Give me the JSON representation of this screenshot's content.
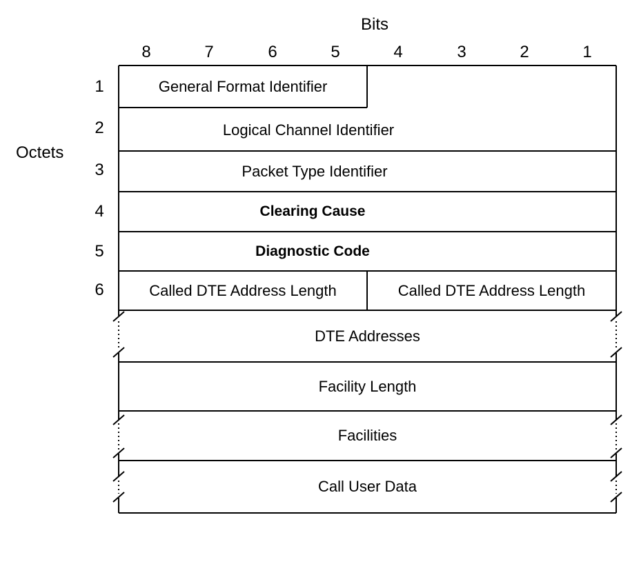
{
  "header": {
    "bits_label": "Bits",
    "bit_numbers": [
      "8",
      "7",
      "6",
      "5",
      "4",
      "3",
      "2",
      "1"
    ],
    "octets_label": "Octets",
    "octet_numbers": [
      "1",
      "2",
      "3",
      "4",
      "5",
      "6"
    ]
  },
  "fields": {
    "general_format_identifier": "General Format Identifier",
    "logical_channel_identifier": "Logical Channel Identifier",
    "packet_type_identifier": "Packet Type Identifier",
    "clearing_cause": "Clearing Cause",
    "diagnostic_code": "Diagnostic Code",
    "called_dte_address_length_left": "Called DTE Address Length",
    "called_dte_address_length_right": "Called DTE Address Length",
    "dte_addresses": "DTE Addresses",
    "facility_length": "Facility Length",
    "facilities": "Facilities",
    "call_user_data": "Call User Data"
  }
}
